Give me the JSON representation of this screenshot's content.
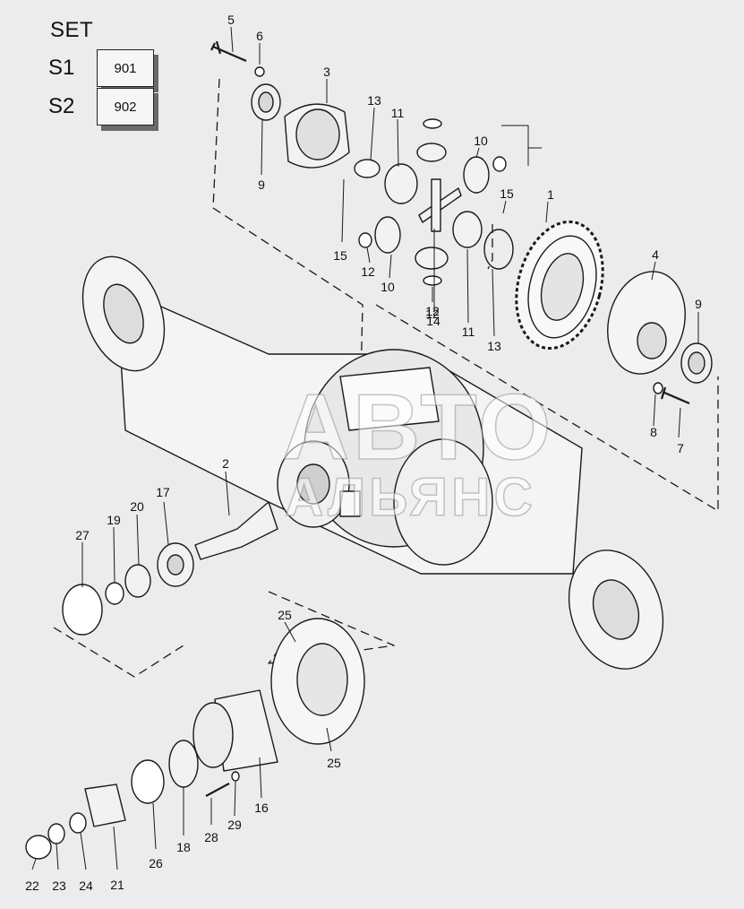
{
  "set": {
    "title": "SET",
    "rows": [
      {
        "label": "S1",
        "code": "901"
      },
      {
        "label": "S2",
        "code": "902"
      }
    ]
  },
  "watermark": {
    "line1": "АВТО",
    "line2": "АЛЬЯНС"
  },
  "callouts": [
    "5",
    "6",
    "3",
    "9",
    "13",
    "11",
    "10",
    "12",
    "15",
    "1",
    "15",
    "12",
    "10",
    "12",
    "14",
    "11",
    "13",
    "4",
    "9",
    "8",
    "7",
    "2",
    "17",
    "20",
    "19",
    "27",
    "25",
    "25",
    "16",
    "29",
    "28",
    "18",
    "26",
    "21",
    "22",
    "23",
    "24"
  ],
  "colors": {
    "ink": "#1a1a1a",
    "paper": "#ececec",
    "shade": "#9a9a9a"
  }
}
